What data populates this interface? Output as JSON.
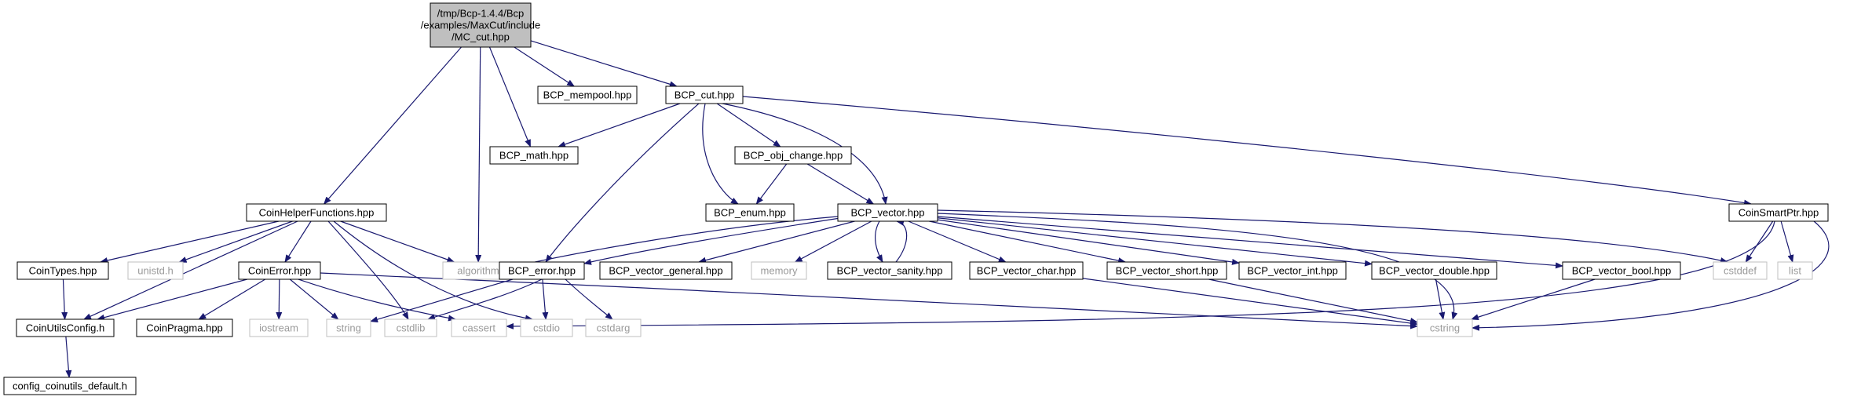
{
  "nodes": [
    {
      "id": "root",
      "label": [
        "/tmp/Bcp-1.4.4/Bcp",
        "/examples/MaxCut/include",
        "/MC_cut.hpp"
      ],
      "style": "root"
    },
    {
      "id": "mempool",
      "label": [
        "BCP_mempool.hpp"
      ],
      "style": "normal"
    },
    {
      "id": "cut",
      "label": [
        "BCP_cut.hpp"
      ],
      "style": "normal"
    },
    {
      "id": "math",
      "label": [
        "BCP_math.hpp"
      ],
      "style": "normal"
    },
    {
      "id": "objchange",
      "label": [
        "BCP_obj_change.hpp"
      ],
      "style": "normal"
    },
    {
      "id": "enum",
      "label": [
        "BCP_enum.hpp"
      ],
      "style": "normal"
    },
    {
      "id": "helper",
      "label": [
        "CoinHelperFunctions.hpp"
      ],
      "style": "normal"
    },
    {
      "id": "vector",
      "label": [
        "BCP_vector.hpp"
      ],
      "style": "normal"
    },
    {
      "id": "smartptr",
      "label": [
        "CoinSmartPtr.hpp"
      ],
      "style": "normal"
    },
    {
      "id": "cointypes",
      "label": [
        "CoinTypes.hpp"
      ],
      "style": "normal"
    },
    {
      "id": "unistd",
      "label": [
        "unistd.h"
      ],
      "style": "external"
    },
    {
      "id": "coinerror",
      "label": [
        "CoinError.hpp"
      ],
      "style": "normal"
    },
    {
      "id": "algorithm",
      "label": [
        "algorithm"
      ],
      "style": "external"
    },
    {
      "id": "bcperror",
      "label": [
        "BCP_error.hpp"
      ],
      "style": "normal"
    },
    {
      "id": "vgeneral",
      "label": [
        "BCP_vector_general.hpp"
      ],
      "style": "normal"
    },
    {
      "id": "memory",
      "label": [
        "memory"
      ],
      "style": "external"
    },
    {
      "id": "vsanity",
      "label": [
        "BCP_vector_sanity.hpp"
      ],
      "style": "normal"
    },
    {
      "id": "vchar",
      "label": [
        "BCP_vector_char.hpp"
      ],
      "style": "normal"
    },
    {
      "id": "vshort",
      "label": [
        "BCP_vector_short.hpp"
      ],
      "style": "normal"
    },
    {
      "id": "vint",
      "label": [
        "BCP_vector_int.hpp"
      ],
      "style": "normal"
    },
    {
      "id": "vdouble",
      "label": [
        "BCP_vector_double.hpp"
      ],
      "style": "normal"
    },
    {
      "id": "vbool",
      "label": [
        "BCP_vector_bool.hpp"
      ],
      "style": "normal"
    },
    {
      "id": "cstddef",
      "label": [
        "cstddef"
      ],
      "style": "external"
    },
    {
      "id": "list",
      "label": [
        "list"
      ],
      "style": "external"
    },
    {
      "id": "utilsconfig",
      "label": [
        "CoinUtilsConfig.h"
      ],
      "style": "normal"
    },
    {
      "id": "pragma",
      "label": [
        "CoinPragma.hpp"
      ],
      "style": "normal"
    },
    {
      "id": "iostream",
      "label": [
        "iostream"
      ],
      "style": "external"
    },
    {
      "id": "string",
      "label": [
        "string"
      ],
      "style": "external"
    },
    {
      "id": "cstdlib",
      "label": [
        "cstdlib"
      ],
      "style": "external"
    },
    {
      "id": "cassert",
      "label": [
        "cassert"
      ],
      "style": "external"
    },
    {
      "id": "cstdio",
      "label": [
        "cstdio"
      ],
      "style": "external"
    },
    {
      "id": "cstdarg",
      "label": [
        "cstdarg"
      ],
      "style": "external"
    },
    {
      "id": "cstring",
      "label": [
        "cstring"
      ],
      "style": "external"
    },
    {
      "id": "configdefault",
      "label": [
        "config_coinutils_default.h"
      ],
      "style": "normal"
    }
  ],
  "edges": [
    [
      "root",
      "helper"
    ],
    [
      "root",
      "algorithm"
    ],
    [
      "root",
      "math"
    ],
    [
      "root",
      "mempool"
    ],
    [
      "root",
      "cut"
    ],
    [
      "cut",
      "math"
    ],
    [
      "cut",
      "bcperror"
    ],
    [
      "cut",
      "enum"
    ],
    [
      "cut",
      "objchange"
    ],
    [
      "cut",
      "vector"
    ],
    [
      "cut",
      "smartptr"
    ],
    [
      "objchange",
      "enum"
    ],
    [
      "objchange",
      "vector"
    ],
    [
      "helper",
      "cointypes"
    ],
    [
      "helper",
      "unistd"
    ],
    [
      "helper",
      "coinerror"
    ],
    [
      "helper",
      "algorithm"
    ],
    [
      "helper",
      "utilsconfig"
    ],
    [
      "helper",
      "cstdlib"
    ],
    [
      "helper",
      "cstdio"
    ],
    [
      "vector",
      "algorithm"
    ],
    [
      "vector",
      "bcperror"
    ],
    [
      "vector",
      "vgeneral"
    ],
    [
      "vector",
      "memory"
    ],
    [
      "vector",
      "vsanity"
    ],
    [
      "vector",
      "vchar"
    ],
    [
      "vector",
      "vshort"
    ],
    [
      "vector",
      "vint"
    ],
    [
      "vector",
      "vdouble"
    ],
    [
      "vector",
      "vbool"
    ],
    [
      "vector",
      "cstring"
    ],
    [
      "vector",
      "cstddef"
    ],
    [
      "vsanity",
      "vector"
    ],
    [
      "smartptr",
      "cstddef"
    ],
    [
      "smartptr",
      "list"
    ],
    [
      "smartptr",
      "cassert"
    ],
    [
      "smartptr",
      "cstring"
    ],
    [
      "cointypes",
      "utilsconfig"
    ],
    [
      "coinerror",
      "utilsconfig"
    ],
    [
      "coinerror",
      "pragma"
    ],
    [
      "coinerror",
      "iostream"
    ],
    [
      "coinerror",
      "string"
    ],
    [
      "coinerror",
      "cassert"
    ],
    [
      "coinerror",
      "cstring"
    ],
    [
      "bcperror",
      "string"
    ],
    [
      "bcperror",
      "cstdlib"
    ],
    [
      "bcperror",
      "cstdio"
    ],
    [
      "bcperror",
      "cstdarg"
    ],
    [
      "vchar",
      "cstring"
    ],
    [
      "vshort",
      "cstring"
    ],
    [
      "vdouble",
      "cstring"
    ],
    [
      "vbool",
      "cstring"
    ],
    [
      "utilsconfig",
      "configdefault"
    ]
  ],
  "colors": {
    "edge": "#191970",
    "root_fill": "#bfbfbf",
    "node_border": "#000000",
    "external_border": "#bfbfbf",
    "external_text": "#9a9a9a"
  }
}
